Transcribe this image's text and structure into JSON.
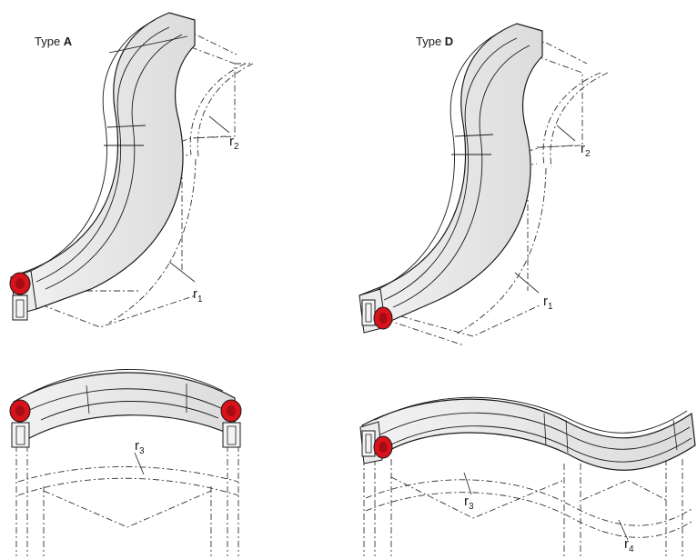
{
  "labels": {
    "typeA": {
      "prefix": "Type ",
      "letter": "A"
    },
    "typeD": {
      "prefix": "Type ",
      "letter": "D"
    }
  },
  "radii": {
    "r1_left": {
      "base": "r",
      "sub": "1"
    },
    "r2_left": {
      "base": "r",
      "sub": "2"
    },
    "r1_right": {
      "base": "r",
      "sub": "1"
    },
    "r2_right": {
      "base": "r",
      "sub": "2"
    },
    "r3_left": {
      "base": "r",
      "sub": "3"
    },
    "r3_right": {
      "base": "r",
      "sub": "3"
    },
    "r4_right": {
      "base": "r",
      "sub": "4"
    }
  },
  "colors": {
    "seal_red": "#d9121b",
    "profile_fill": "#e9e9e9",
    "outline": "#1a1a1a",
    "guide_line": "#333333"
  }
}
